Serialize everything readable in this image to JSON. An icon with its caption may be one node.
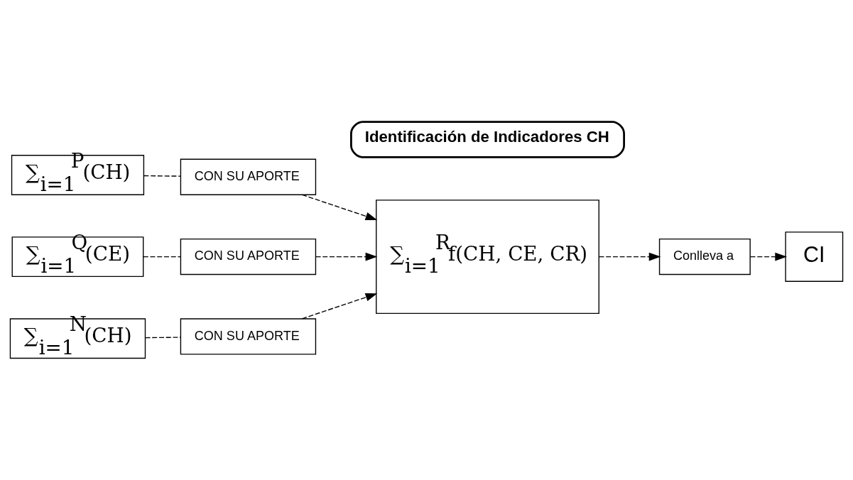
{
  "diagram": {
    "nodes": [
      {
        "text": [
          "Identificación de Indicadores CH"
        ]
      },
      {
        "text": [
          "∑$_{i=1}$$^{P}$(CH)"
        ]
      },
      {
        "text": [
          "CON SU APORTE"
        ]
      },
      {
        "text": [
          "∑$_{i=1}$$^{Q}$(CE)"
        ]
      },
      {
        "text": [
          "CON SU APORTE"
        ]
      },
      {
        "text": [
          "∑$_{i=1}$$^{N}$(CH)"
        ]
      },
      {
        "text": [
          "CON SU APORTE"
        ]
      },
      {
        "text": [
          "∑$_{i=1}$$^{R}$f(CH, CE, CR)"
        ]
      },
      {
        "text": [
          "Conlleva a"
        ]
      },
      {
        "text": [
          "CI"
        ]
      }
    ],
    "edges": [
      {
        "from": 1,
        "to": 2,
        "arrow": "none",
        "style": "dashed"
      },
      {
        "from": 2,
        "to": 7,
        "arrow": "to",
        "style": "dashed"
      },
      {
        "from": 3,
        "to": 4,
        "arrow": "none",
        "style": "dashed"
      },
      {
        "from": 4,
        "to": 7,
        "arrow": "to",
        "style": "dashed"
      },
      {
        "from": 5,
        "to": 6,
        "arrow": "none",
        "style": "dashed"
      },
      {
        "from": 6,
        "to": 7,
        "arrow": "to",
        "style": "dashed"
      },
      {
        "from": 7,
        "to": 8,
        "arrow": "to",
        "style": "dashed"
      },
      {
        "from": 8,
        "to": 9,
        "arrow": "to",
        "style": "dashed"
      }
    ]
  }
}
